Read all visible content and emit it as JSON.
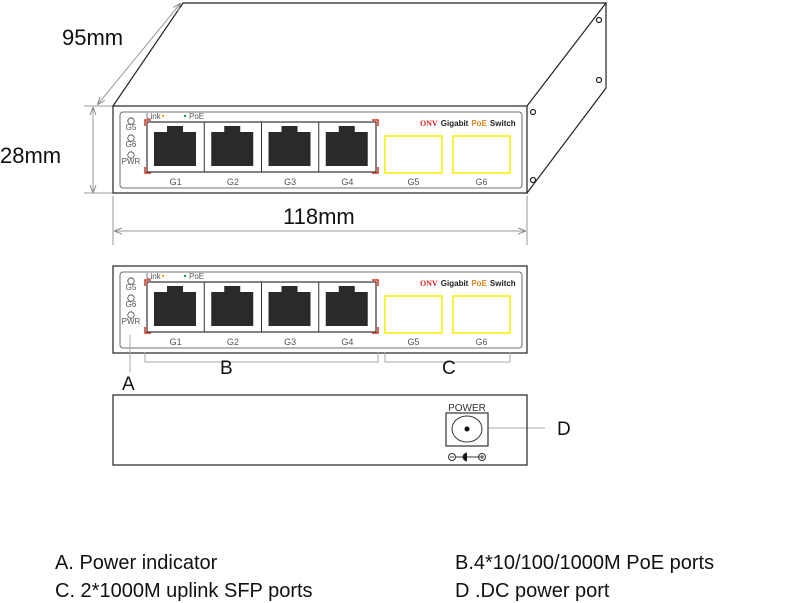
{
  "dimensions": {
    "depth": "95mm",
    "height": "28mm",
    "width": "118mm"
  },
  "panel": {
    "led_labels": [
      "G5",
      "G6",
      "PWR"
    ],
    "indicator_link": "Link",
    "indicator_poe": "PoE",
    "brand": "ONV",
    "product_1": "Gigabit",
    "product_poe": "PoE",
    "product_2": "Switch",
    "ports": [
      "G1",
      "G2",
      "G3",
      "G4",
      "G5",
      "G6"
    ]
  },
  "callouts": {
    "a": "A",
    "b": "B",
    "c": "C",
    "d": "D"
  },
  "back": {
    "power_label": "POWER"
  },
  "legend": {
    "a": "A. Power  indicator",
    "b": "B.4*10/100/1000M PoE ports",
    "c": "C. 2*1000M uplink SFP ports",
    "d": "D .DC power  port"
  },
  "colors": {
    "brand": "#e02020",
    "sfp": "#f4f000",
    "port": "#2a2a2a",
    "bracket": "#e03020"
  }
}
